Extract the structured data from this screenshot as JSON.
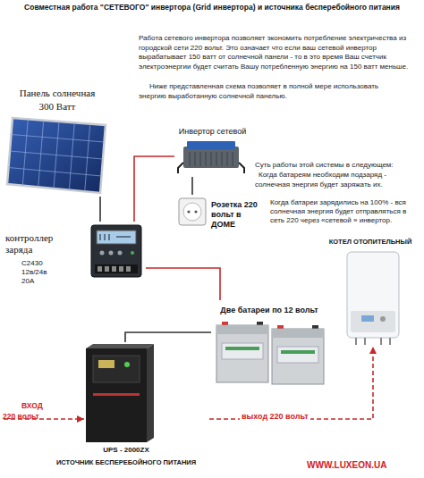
{
  "diagram": {
    "title": "Совместная работа \"СЕТЕВОГО\" инвертора (Grid инвертора) и источника бесперебойного питания",
    "nodes": [
      {
        "text": [
          "Панель солнечная",
          "300 Ватт"
        ]
      },
      {
        "text": [
          "Инвертор сетевой"
        ]
      },
      {
        "text": [
          "Розетка 220 вольт в ДОМЕ"
        ]
      },
      {
        "text": [
          "контроллер заряда",
          "С2430 12в/24в 20А"
        ]
      },
      {
        "text": [
          "КОТЕЛ ОТОПИТЕЛЬНЫЙ"
        ]
      },
      {
        "text": [
          "Две батареи по 12 вольт"
        ]
      },
      {
        "text": [
          "UPS - 2000ZX",
          "ИСТОЧНИК БЕСПЕРЕБОЙНОГО ПИТАНИЯ"
        ]
      }
    ],
    "edges": [
      {
        "from": 0,
        "to": 3,
        "arrow": "none"
      },
      {
        "from": 3,
        "to": 1,
        "arrow": "none"
      },
      {
        "from": 1,
        "to": 2,
        "arrow": "none"
      },
      {
        "from": 3,
        "to": 5,
        "arrow": "none"
      },
      {
        "from": 5,
        "to": 6,
        "arrow": "none"
      },
      {
        "from": 6,
        "to": 4,
        "arrow": "to",
        "label": "выход 220 вольт"
      }
    ],
    "labels": [
      "Работа сетевого инвертора позволяет экономить потребление электричества из городской сети 220 вольт. Это означает что если ваш сетевой инвертор вырабатывает 150 ватт от солнечной панели - то в это время Ваш счетчик электроэнергии будет считать Вашу потребленную энергию на 150 ватт меньше.",
      "Ниже представленная схема позволяет в полной мере использовать энергию выработанную солнечной панелью.",
      "Суть работы этой системы в следующем:",
      "Когда батареям необходим подзаряд - солнечная энергия будет заряжать их.",
      "Когда батареи зарядились на 100% - вся солнечная энергия будет отправляться в сеть 220 через «сетевой » инвертор.",
      "ВХОД",
      "220 вольт",
      "WWW.LUXEON.UA"
    ]
  }
}
